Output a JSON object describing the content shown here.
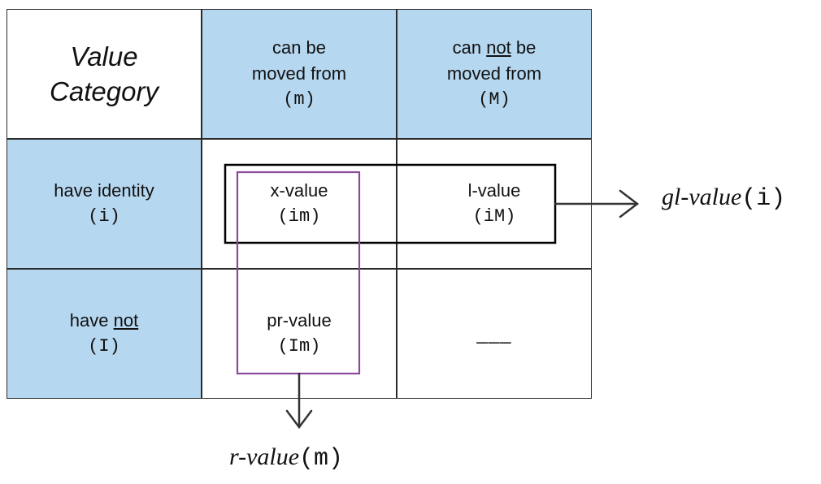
{
  "header": {
    "title_line1": "Value",
    "title_line2": "Category",
    "col_movable": {
      "line1": "can be",
      "line2": "moved from",
      "code": "(m)"
    },
    "col_not_movable": {
      "line1_pre": "can ",
      "line1_u": "not",
      "line1_post": " be",
      "line2": "moved from",
      "code": "(M)"
    }
  },
  "rows": {
    "identity": {
      "line1": "have identity",
      "code": "(i)"
    },
    "no_identity": {
      "line1_pre": "have ",
      "line1_u": "not",
      "code": "(I)"
    }
  },
  "cells": {
    "xvalue": {
      "name": "x-value",
      "code": "(im)"
    },
    "lvalue": {
      "name": "l-value",
      "code": "(iM)"
    },
    "prvalue": {
      "name": "pr-value",
      "code": "(Im)"
    },
    "empty": "___"
  },
  "groups": {
    "glvalue": {
      "name": "gl-value",
      "code": "(i)"
    },
    "rvalue": {
      "name": "r-value",
      "code": "(m)"
    }
  },
  "colors": {
    "header_fill": "#b6d7f0",
    "gl_box": "#000000",
    "r_box": "#8a4a9c",
    "arrow": "#333333"
  }
}
